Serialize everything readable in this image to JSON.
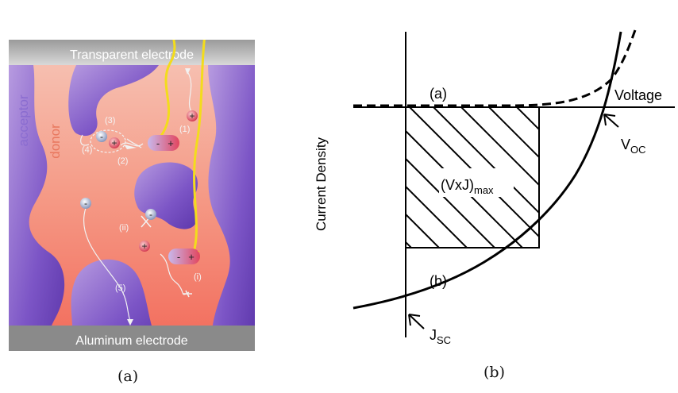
{
  "panel_a": {
    "top_electrode": "Transparent electrode",
    "bottom_electrode": "Aluminum electrode",
    "acceptor_label": "acceptor",
    "donor_label": "donor",
    "step_labels": [
      "(1)",
      "(2)",
      "(3)",
      "(4)",
      "(5)",
      "(i)",
      "(ii)"
    ],
    "minus": "-",
    "plus": "+",
    "caption": "(a)",
    "colors": {
      "acceptor": "#7b4fc4",
      "donor": "#f08a78",
      "light": "#f4e01a",
      "electrode": "#8c8c8c"
    }
  },
  "panel_b": {
    "ylabel": "Current Density",
    "xlabel": "Voltage",
    "curve_a_label": "(a)",
    "curve_b_label": "(b)",
    "max_power_label": "(VxJ)",
    "max_power_sub": "max",
    "voc_label": "V",
    "voc_sub": "OC",
    "jsc_label": "J",
    "jsc_sub": "SC",
    "caption": "(b)"
  }
}
